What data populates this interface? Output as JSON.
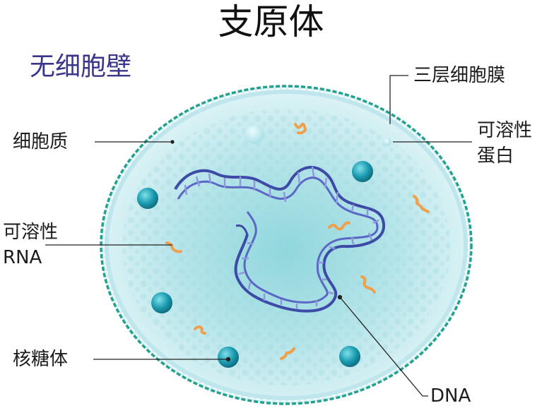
{
  "title": "支原体",
  "subtitle": "无细胞壁",
  "labels": {
    "membrane": "三层细胞膜",
    "cytoplasm": "细胞质",
    "soluble_protein_line1": "可溶性",
    "soluble_protein_line2": "蛋白",
    "soluble_rna_line1": "可溶性",
    "soluble_rna_line2": "RNA",
    "ribosome": "核糖体",
    "dna": "DNA"
  },
  "colors": {
    "membrane": "#23a18c",
    "cell_fill": "#bfe7ee",
    "dna_helix": "#3d4aa6",
    "ribosome": "#1d9db2",
    "rna": "#f0a04a",
    "subtitle": "#3b3589",
    "title": "#111111"
  }
}
